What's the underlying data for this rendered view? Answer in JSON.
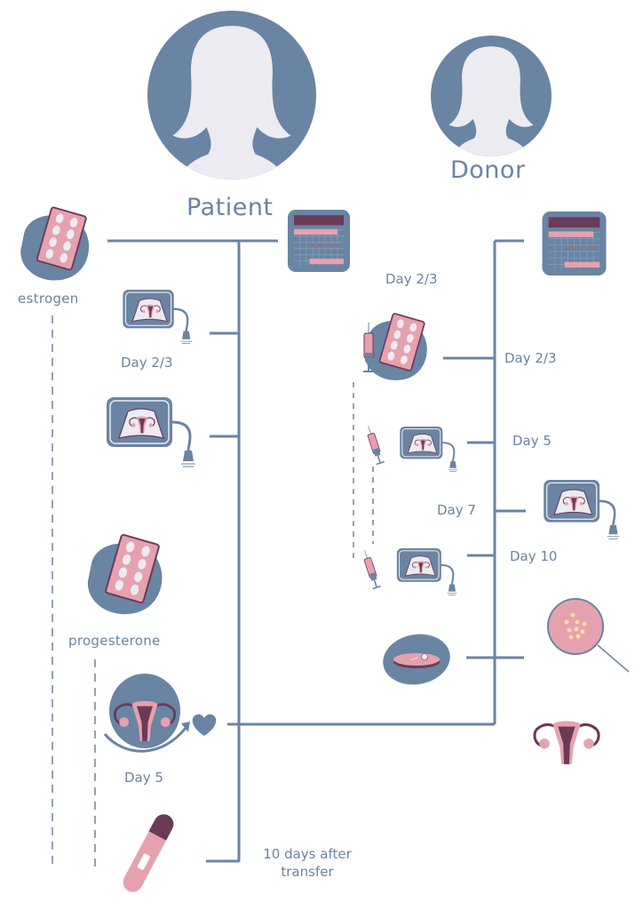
{
  "colors": {
    "slate_blue": "#6a84a3",
    "pale_lavender": "#ecebf1",
    "pink": "#e6a1ae",
    "plum": "#6b3a57",
    "red_dot": "#d8504c",
    "cream": "#f1e0a6",
    "white": "#ffffff"
  },
  "patient": {
    "title": "Patient",
    "avatar_icon": "woman-silhouette-icon",
    "calendar_icon": "calendar-icon",
    "medication_1": {
      "label": "estrogen",
      "icon": "pill-blister-icon"
    },
    "ultrasound_1": {
      "label": "Day 2/3",
      "icon": "ultrasound-monitor-icon"
    },
    "ultrasound_2": {
      "icon": "ultrasound-monitor-icon"
    },
    "medication_2": {
      "label": "progesterone",
      "icon": "pill-blister-icon"
    },
    "transfer": {
      "label": "Day 5",
      "icon": "uterus-transfer-icon",
      "heart_icon": "heart-icon"
    },
    "pregnancy_test": {
      "label_line1": "10 days after",
      "label_line2": "transfer",
      "icon": "pregnancy-test-icon"
    }
  },
  "donor": {
    "title": "Donor",
    "avatar_icon": "woman-silhouette-icon",
    "calendar_icon": "calendar-icon",
    "stimulation": {
      "label_top": "Day 2/3",
      "label_side": "Day 2/3",
      "icon": "syringe-and-pills-icon"
    },
    "monitoring": [
      {
        "label": "Day 5",
        "icon": "ultrasound-monitor-icon"
      },
      {
        "label": "Day 7",
        "icon": "ultrasound-monitor-icon"
      },
      {
        "label": "Day 10",
        "icon": "ultrasound-monitor-icon"
      }
    ],
    "syringe_icon": "syringe-icon",
    "fertilization": {
      "icon": "petri-dish-icon"
    },
    "egg_retrieval": {
      "icon": "magnifier-eggs-icon"
    },
    "uterus": {
      "icon": "uterus-icon"
    }
  }
}
